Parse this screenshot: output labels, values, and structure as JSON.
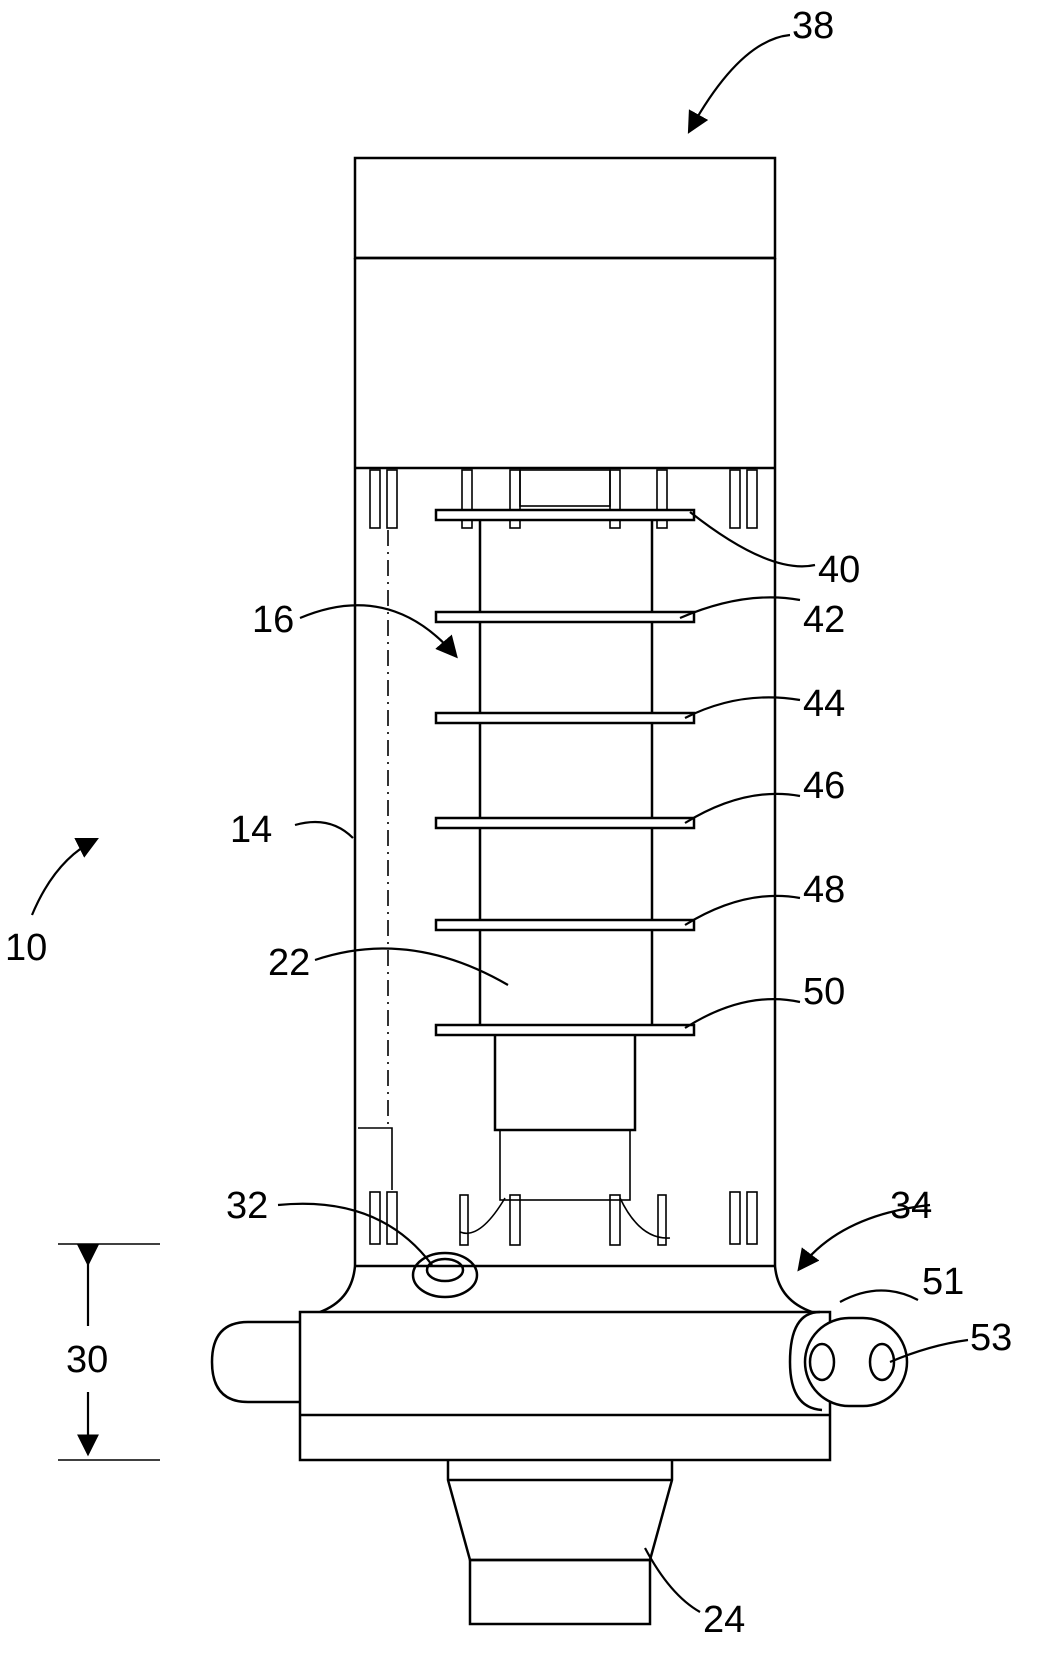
{
  "figure": {
    "reference_numerals": [
      "38",
      "40",
      "42",
      "44",
      "46",
      "48",
      "50",
      "16",
      "14",
      "10",
      "22",
      "32",
      "34",
      "51",
      "53",
      "30",
      "24"
    ]
  }
}
